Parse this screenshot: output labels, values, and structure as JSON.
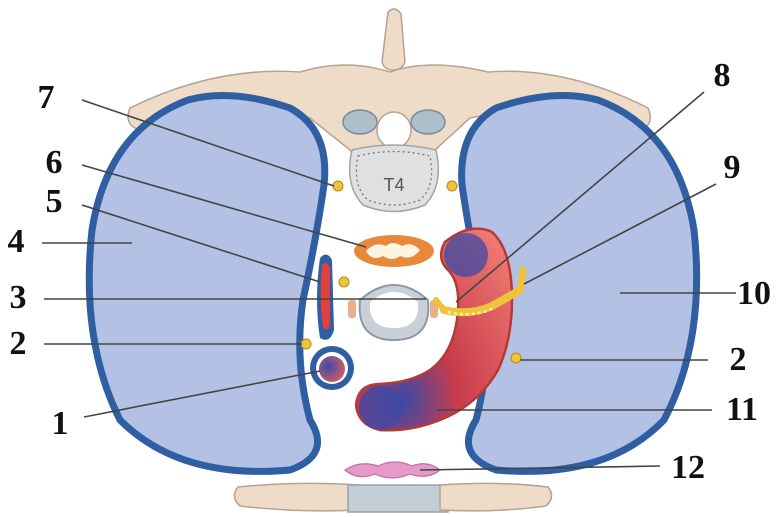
{
  "diagram": {
    "vertebra_label": "T4",
    "callouts": [
      {
        "id": "1",
        "text": "1"
      },
      {
        "id": "2-left",
        "text": "2"
      },
      {
        "id": "2-right",
        "text": "2"
      },
      {
        "id": "3",
        "text": "3"
      },
      {
        "id": "4",
        "text": "4"
      },
      {
        "id": "5",
        "text": "5"
      },
      {
        "id": "6",
        "text": "6"
      },
      {
        "id": "7",
        "text": "7"
      },
      {
        "id": "8",
        "text": "8"
      },
      {
        "id": "9",
        "text": "9"
      },
      {
        "id": "10",
        "text": "10"
      },
      {
        "id": "11",
        "text": "11"
      },
      {
        "id": "12",
        "text": "12"
      }
    ],
    "colors": {
      "bone": "#efdcc8",
      "bone_stroke": "#b5a392",
      "lung_fill": "#b3c2e4",
      "pleura": "#2f5ea3",
      "artery": "#e0403f",
      "nerve": "#f0c43a",
      "esophagus": "#e8883a",
      "thymus": "#e59ac8"
    }
  }
}
